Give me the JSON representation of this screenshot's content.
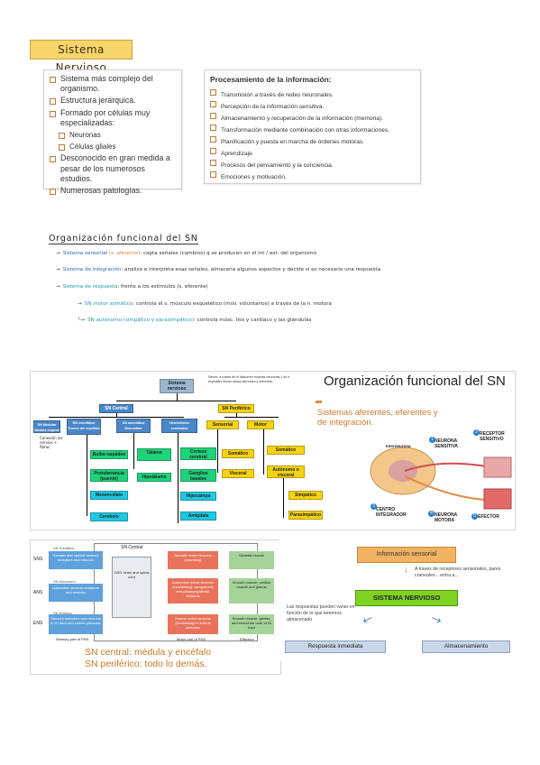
{
  "title": "Sistema Nervioso",
  "left_box": {
    "items": [
      "Sistema más complejo del organismo.",
      "Estructura jerárquica.",
      "Formado por células muy especializadas:"
    ],
    "sub_items": [
      "Neuronas",
      "Células gliales"
    ],
    "items2": [
      "Desconocido en gran medida a pesar de los numerosos estudios.",
      "Numerosas patologías."
    ]
  },
  "right_box": {
    "heading": "Procesamiento de la información:",
    "items": [
      "Transmisión a través de redes neuronales.",
      "Percepción de la información sensitiva.",
      "Almacenamiento y recuperación de la información (memoria).",
      "Transformación mediante combinación con otras informaciones.",
      "Planificación y puesta en marcha de órdenes motoras.",
      "Aprendizaje.",
      "Procesos del pensamiento y la conciencia.",
      "Emociones y motivación."
    ]
  },
  "org": {
    "title": "Organización funcional del SN",
    "line1_a": "Sistema sensorial",
    "line1_b": "(s. aferente)",
    "line1_c": ": capta señales (cambios) q se producen en el int / ext. del organismo",
    "line2_a": "Sistema de integración",
    "line2_b": ": analiza e interpreta esas señales, almacena algunos aspectos y decide si es necesario una respuesta",
    "line3_a": "Sistema de respuesta",
    "line3_b": ": frente a los estímulos (s. eferente)",
    "line4_a": "SN motor somático",
    "line4_b": ": controla el s. músculo esquelético (mov. voluntarios) a través de la n. motora",
    "line5_a": "SN autónomo (simpático y parasimpático)",
    "line5_b": ": controla músc. liso y cardíaco y las glándulas"
  },
  "panel1": {
    "note": "Nervio: a través de él discurren muchas neuronas. Los n. espinales llevan ramas aferentes y eferentes",
    "title": "Organización funcional del SN",
    "subtitle": "Sistemas aferentes, eferentes y de integración.",
    "root": "Sistema nervioso",
    "central": "SN Central",
    "periferico": "SN Periférico",
    "central_children": [
      "SN Medular Médula espinal",
      "SN encefálico Tronco del encéfalo",
      "SN encefálico Diencéfalo",
      "Hemisferios cerebrales"
    ],
    "tronco_children": [
      "Bulbo raquídeo",
      "Protuberancia (puente)",
      "Mesencéfalo",
      "Cerebelo"
    ],
    "dien_children": [
      "Tálamo",
      "Hipotálamo"
    ],
    "hemi_children": [
      "Corteza cerebral",
      "Ganglios basales",
      "Hipocampo",
      "Amígdala"
    ],
    "perif_children": [
      "Sensorial",
      "Motor"
    ],
    "sens_children": [
      "Somático",
      "Visceral"
    ],
    "motor_children": [
      "Somático",
      "Autónomo o visceral"
    ],
    "auto_children": [
      "Simpático",
      "Parasimpático"
    ],
    "small_note": "Conexión los nervios + fibras",
    "diagram_labels": [
      "Interneurona",
      "NEURONA SENSITIVA",
      "RECEPTOR SENSITIVO",
      "CENTRO INTEGRADOR",
      "NEURONA MOTORA",
      "EFECTOR"
    ],
    "numbers": [
      "1",
      "2",
      "3",
      "4",
      "5"
    ]
  },
  "panel2": {
    "sn_central": "SN Central",
    "rows": [
      "SNS",
      "ANS",
      "ENS"
    ],
    "row_tags": [
      "SN Somático",
      "SN Autónomo",
      "SN Entérico"
    ],
    "sensory": [
      "Somatic and special sensory receptors and neurons",
      "Autonomic sensory receptors and neurons",
      "Sensory receptors and neurons in GI tract and enteric plexuses"
    ],
    "cns": "CNS: brain and spinal cord",
    "motor": [
      "Somatic motor neurons (voluntary)",
      "Autonomic motor neurons (involuntary): sympathetic and parasympathetic divisions",
      "Enteric motor neurons (involuntary) in enteric plexuses"
    ],
    "effectors": [
      "Skeletal muscle",
      "Smooth muscle, cardiac muscle and glands",
      "Smooth muscle, glands, and endocrine cells of GI tract"
    ],
    "footer": [
      "Sensory part of PNS",
      "Motor part of PNS",
      "Effectors"
    ],
    "caption1": "SN central: médula y encéfalo",
    "caption2": "SN periférico: todo lo demás."
  },
  "panel3": {
    "info": "Información sensorial",
    "via": "A través de receptores sensoriales, pares craneales... entra a...",
    "sn": "SISTEMA NERVIOSO",
    "side": "Las respuestas pueden variar en función de lo que tenemos almacenado",
    "resp": "Respuesta inmediata",
    "alm": "Almacenamiento"
  }
}
